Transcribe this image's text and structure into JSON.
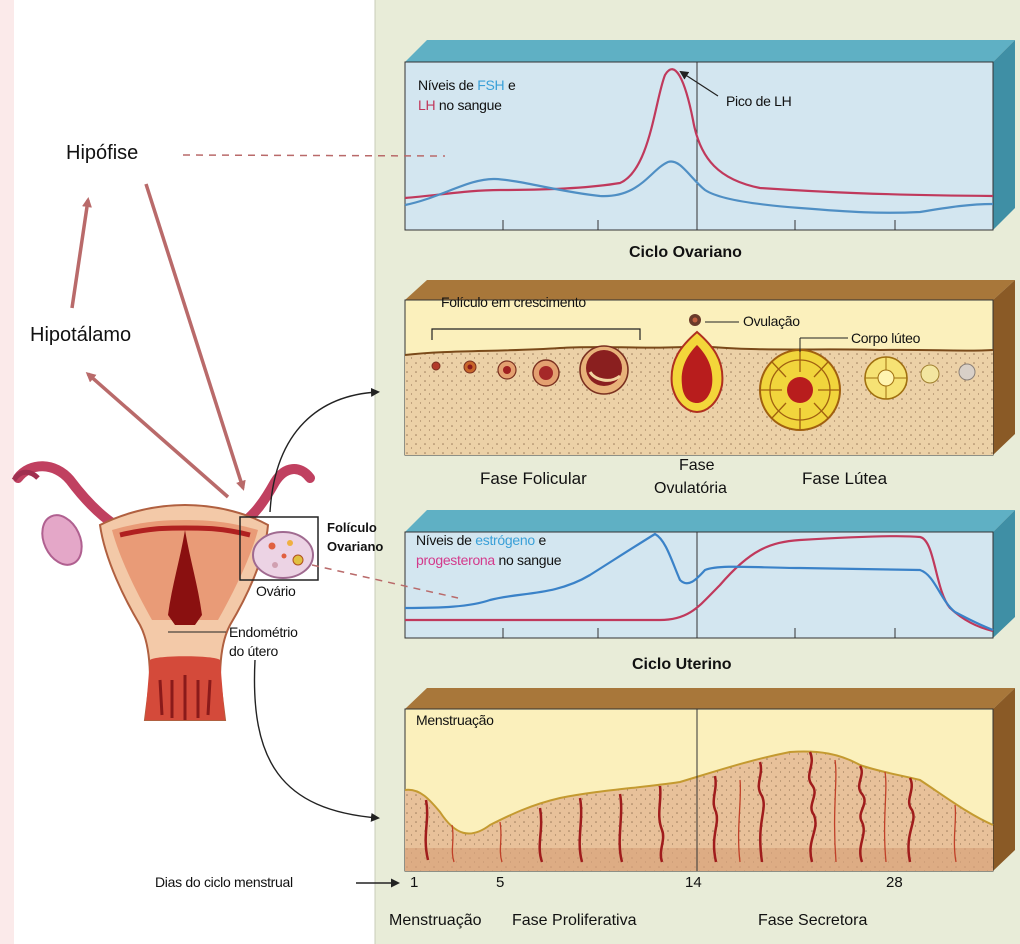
{
  "left": {
    "hipofise": "Hipófise",
    "hipotalamo": "Hipotálamo",
    "foliculo_ovariano_1": "Folículo",
    "foliculo_ovariano_2": "Ovariano",
    "ovario": "Ovário",
    "endometrio_1": "Endométrio",
    "endometrio_2": "do útero"
  },
  "panel1": {
    "title_1": "Níveis de",
    "fsh": "FSH",
    "e": "e",
    "lh": "LH",
    "title_2": "no sangue",
    "pico": "Pico de LH"
  },
  "ciclo_ovariano": "Ciclo Ovariano",
  "panel2": {
    "foliculo_crescimento": "Folículo em crescimento",
    "ovulacao": "Ovulação",
    "corpo_luteo": "Corpo lúteo"
  },
  "phases_ovarian": {
    "folicular": "Fase Folicular",
    "fase": "Fase",
    "ovulatoria": "Ovulatória",
    "lutea": "Fase Lútea"
  },
  "panel3": {
    "title_1": "Níveis de",
    "estrogeno": "estrógeno",
    "e": "e",
    "progesterona": "progesterona",
    "title_2": "no sangue"
  },
  "ciclo_uterino": "Ciclo Uterino",
  "panel4": {
    "menstruacao": "Menstruação"
  },
  "days": {
    "label": "Dias do ciclo menstrual",
    "ticks": [
      "1",
      "5",
      "14",
      "28"
    ]
  },
  "bottom_phases": {
    "menstruacao": "Menstruação",
    "proliferativa": "Fase Proliferativa",
    "secretora": "Fase Secretora"
  },
  "colors": {
    "fsh": "#5b9bd5",
    "lh": "#c0395c",
    "estrogeno": "#3aa0d8",
    "progesterona": "#d33a8c",
    "arrow": "#b96a6a"
  }
}
